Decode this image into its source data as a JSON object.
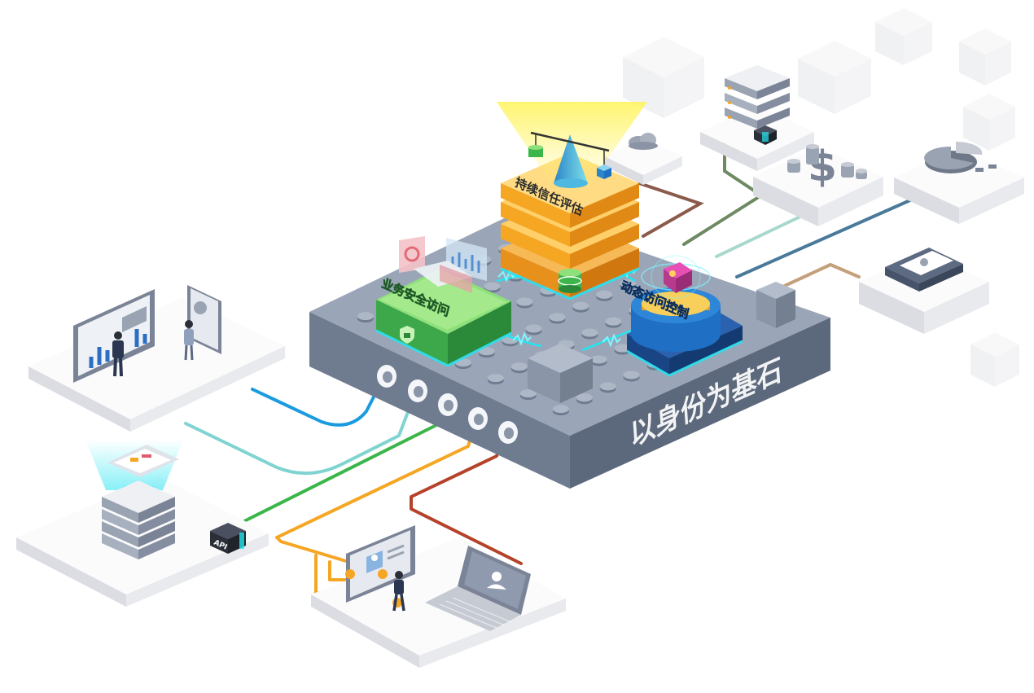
{
  "labels": {
    "foundation": "以身份为基石",
    "trust_eval": "持续信任评估",
    "secure_access": "业务安全访问",
    "dynamic_control": "动态访问控制",
    "api": "API"
  },
  "colors": {
    "platform_top": "#9aa6b8",
    "platform_left": "#6f7c90",
    "platform_right": "#5c687c",
    "orange": "#f5a623",
    "green": "#3cb54a",
    "blue": "#1f6fc4",
    "cyan": "#22e5f0",
    "cable_blue": "#1a9be0",
    "cable_teal": "#7fd3d0",
    "cable_green": "#3cb54a",
    "cable_orange": "#f5a623",
    "cable_red": "#b5422a",
    "cable_brown": "#8a5a4a",
    "cable_sage": "#6e8a63",
    "cable_mint": "#a7d8cc",
    "cable_steel": "#4a7a9a",
    "cable_tan": "#c4a07a"
  },
  "icons": [
    "balance-scale-icon",
    "database-icon",
    "shield-lock-icon",
    "cloud-icon",
    "server-rack-icon",
    "dollar-coins-icon",
    "pie-chart-icon",
    "envelope-icon",
    "dashboard-board-icon",
    "tablet-icon",
    "laptop-user-icon",
    "monitor-profile-icon",
    "person-figure-icon"
  ]
}
